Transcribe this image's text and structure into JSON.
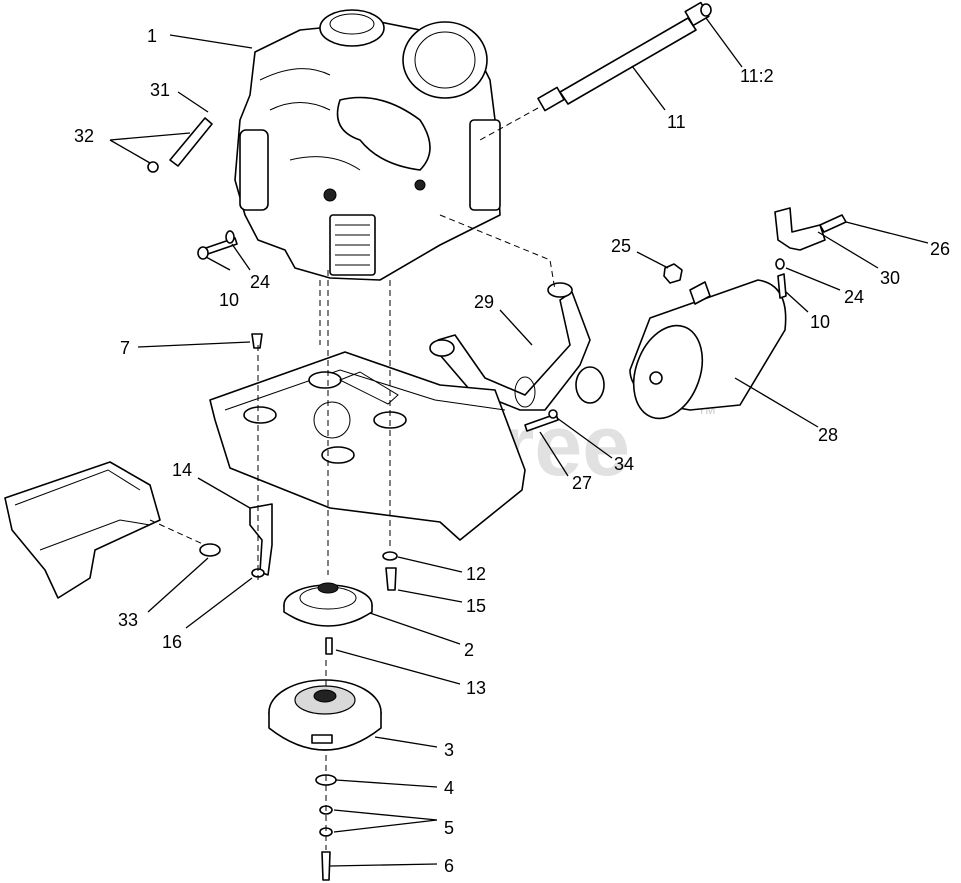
{
  "watermark": {
    "text": "PartsTree",
    "trademark": "TM"
  },
  "callouts": [
    {
      "id": "c1",
      "label": "1"
    },
    {
      "id": "c31",
      "label": "31"
    },
    {
      "id": "c32",
      "label": "32"
    },
    {
      "id": "c10a",
      "label": "10"
    },
    {
      "id": "c24a",
      "label": "24"
    },
    {
      "id": "c11_2",
      "label": "11:2"
    },
    {
      "id": "c11",
      "label": "11"
    },
    {
      "id": "c25",
      "label": "25"
    },
    {
      "id": "c26",
      "label": "26"
    },
    {
      "id": "c30",
      "label": "30"
    },
    {
      "id": "c24b",
      "label": "24"
    },
    {
      "id": "c10b",
      "label": "10"
    },
    {
      "id": "c29",
      "label": "29"
    },
    {
      "id": "c7",
      "label": "7"
    },
    {
      "id": "c28",
      "label": "28"
    },
    {
      "id": "c34",
      "label": "34"
    },
    {
      "id": "c27",
      "label": "27"
    },
    {
      "id": "c14",
      "label": "14"
    },
    {
      "id": "c12",
      "label": "12"
    },
    {
      "id": "c15",
      "label": "15"
    },
    {
      "id": "c33",
      "label": "33"
    },
    {
      "id": "c16",
      "label": "16"
    },
    {
      "id": "c2",
      "label": "2"
    },
    {
      "id": "c13",
      "label": "13"
    },
    {
      "id": "c3",
      "label": "3"
    },
    {
      "id": "c4",
      "label": "4"
    },
    {
      "id": "c5",
      "label": "5"
    },
    {
      "id": "c6",
      "label": "6"
    }
  ]
}
